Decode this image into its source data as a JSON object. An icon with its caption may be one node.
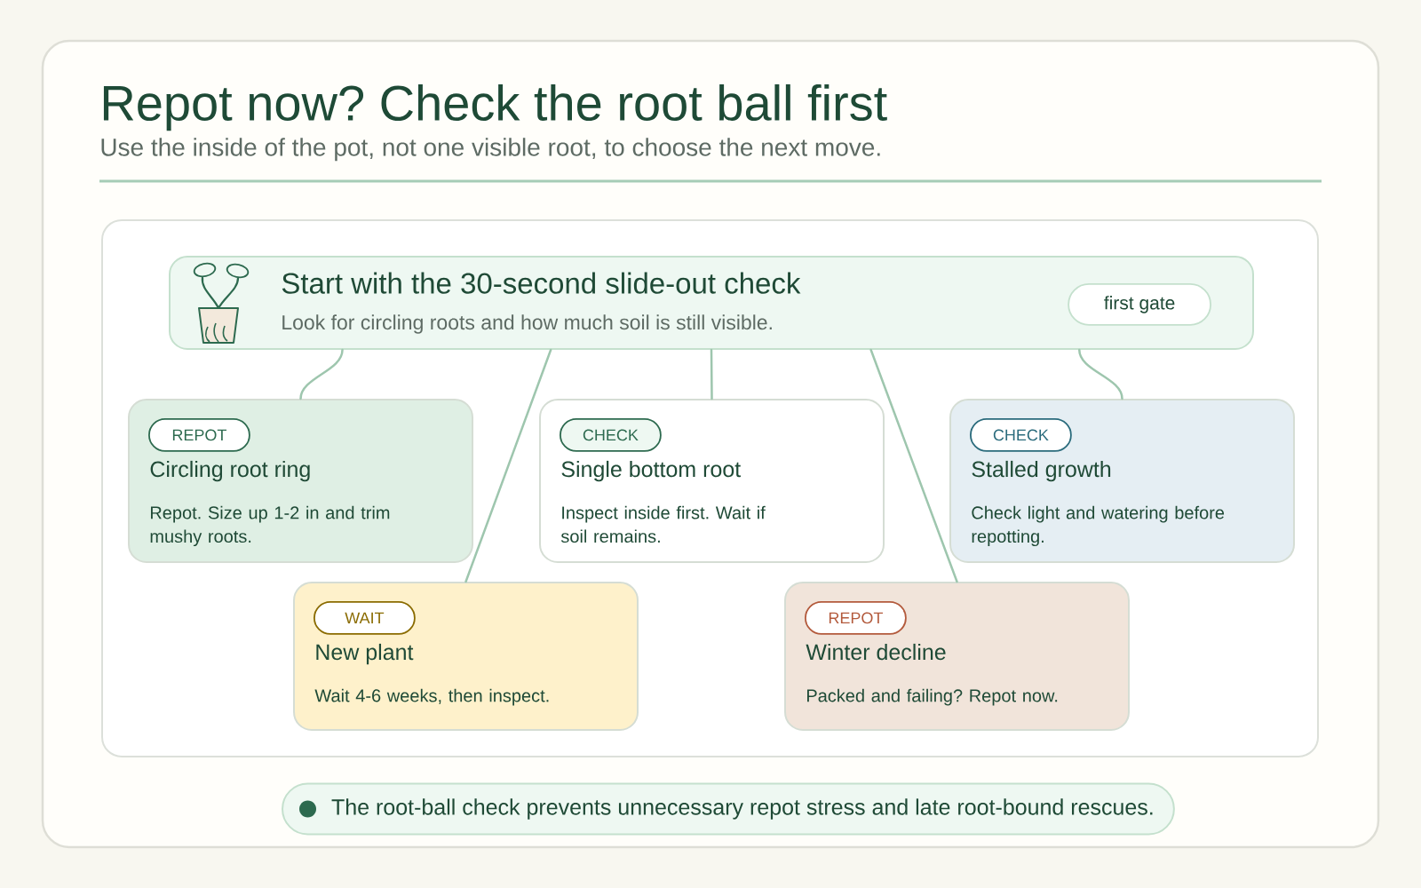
{
  "diagram": {
    "title": "Repot now? Check the root ball first",
    "nodes": [
      {
        "text": [
          "Start with the 30-second slide-out check",
          "Look for circling roots and how much soil is still visible."
        ]
      },
      {
        "text": [
          "first gate"
        ],
        "in": 0
      },
      {
        "text": [
          "Circling root ring",
          "Repot. Size up 1-2 in and trim mushy roots."
        ]
      },
      {
        "text": [
          "REPOT"
        ],
        "in": 2
      },
      {
        "text": [
          "Single bottom root",
          "Inspect inside first. Wait if soil remains."
        ]
      },
      {
        "text": [
          "CHECK"
        ],
        "in": 4
      },
      {
        "text": [
          "Stalled growth",
          "Check light and watering before repotting."
        ]
      },
      {
        "text": [
          "CHECK"
        ],
        "in": 6
      },
      {
        "text": [
          "New plant",
          "Wait 4-6 weeks, then inspect."
        ]
      },
      {
        "text": [
          "WAIT"
        ],
        "in": 8
      },
      {
        "text": [
          "Winter decline",
          "Packed and failing? Repot now."
        ]
      },
      {
        "text": [
          "REPOT"
        ],
        "in": 10
      },
      {
        "text": [
          "The root-ball check prevents unnecessary repot stress and late root-bound rescues."
        ]
      }
    ],
    "edges": [
      {
        "from": 0,
        "to": 2,
        "arrow": "none"
      },
      {
        "from": 0,
        "to": 4,
        "arrow": "none"
      },
      {
        "from": 0,
        "to": 6,
        "arrow": "none"
      },
      {
        "from": 0,
        "to": 8,
        "arrow": "none"
      },
      {
        "from": 0,
        "to": 10,
        "arrow": "none"
      }
    ],
    "labels": [
      "Use the inside of the pot, not one visible root, to choose the next move."
    ]
  }
}
